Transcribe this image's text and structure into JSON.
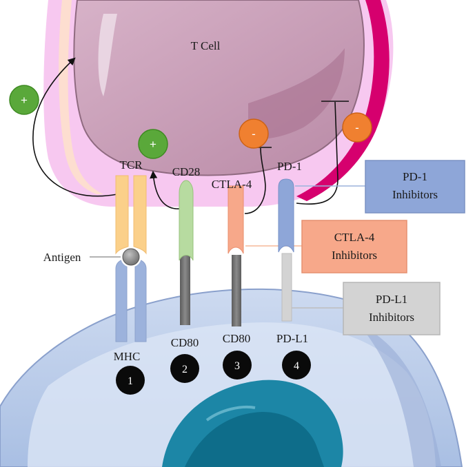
{
  "cell_labels": {
    "t_cell": "T Cell"
  },
  "receptor_labels": {
    "tcr": "TCR",
    "cd28": "CD28",
    "ctla4": "CTLA-4",
    "pd1": "PD-1"
  },
  "ligand_labels": {
    "antigen": "Antigen",
    "mhc": "MHC",
    "cd80_a": "CD80",
    "cd80_b": "CD80",
    "pdl1": "PD-L1"
  },
  "numbers": [
    "1",
    "2",
    "3",
    "4"
  ],
  "signals": {
    "plus_outer": "+",
    "plus_inner": "+",
    "minus_ctla4": "-",
    "minus_pd1": "-"
  },
  "inhibitor_boxes": {
    "pd1": {
      "line1": "PD-1",
      "line2": "Inhibitors"
    },
    "ctla4": {
      "line1": "CTLA-4",
      "line2": "Inhibitors"
    },
    "pdl1": {
      "line1": "PD-L1",
      "line2": "Inhibitors"
    }
  },
  "colors": {
    "t_cell_outer": "#f6c6ee",
    "t_cell_inner": "#c79ab6",
    "t_cell_edge": "#d6006e",
    "apc_body": "#b9cbe8",
    "apc_nucleus": "#1f8aa8",
    "tcr": "#fbd08a",
    "mhc": "#9cb2dc",
    "cd28": "#b7dba0",
    "ctla4": "#f7a88a",
    "pd1": "#8ea6d8",
    "ligand_grey": "#6f6f6f",
    "pdl1_stalk": "#d6d6d6",
    "plus": "#5aa83a",
    "minus": "#f08030"
  }
}
